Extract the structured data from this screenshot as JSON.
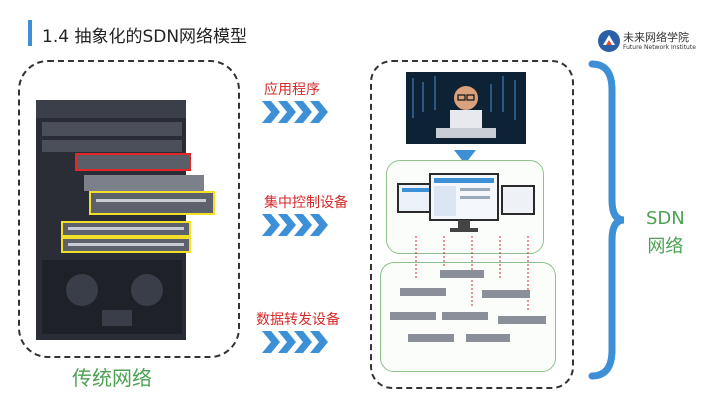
{
  "header": {
    "title": "1.4 抽象化的SDN网络模型"
  },
  "logo": {
    "name": "未来网络学院",
    "subtitle": "Future Network Institute"
  },
  "left": {
    "caption": "传统网络"
  },
  "labels": {
    "app": "应用程序",
    "control": "集中控制设备",
    "forward": "数据转发设备"
  },
  "right": {
    "sdn_line1": "SDN",
    "sdn_line2": "网络"
  },
  "colors": {
    "accent_blue": "#3d8fd6",
    "red_label": "#d72a2a",
    "green": "#4ca152",
    "arrow": "#3d8fd6"
  }
}
